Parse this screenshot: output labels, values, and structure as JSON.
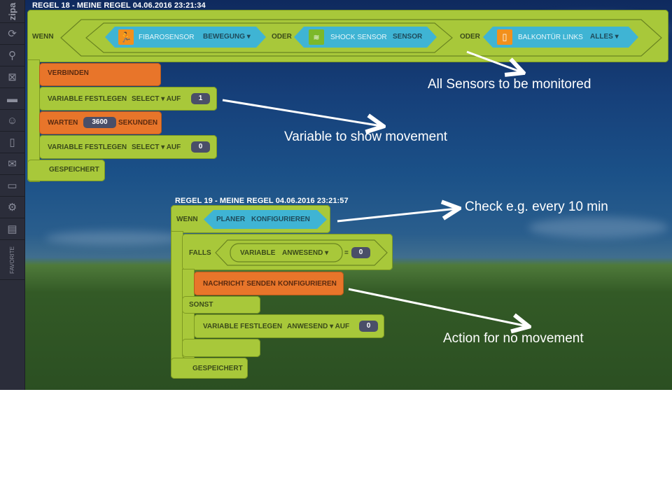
{
  "sidebar": {
    "logo": "zipa",
    "items": [
      {
        "icon": "refresh-icon",
        "glyph": "⟳"
      },
      {
        "icon": "search-icon",
        "glyph": "⚲"
      },
      {
        "icon": "expand-icon",
        "glyph": "⊠"
      },
      {
        "icon": "scenes-icon",
        "glyph": "▬"
      },
      {
        "icon": "users-icon",
        "glyph": "☺"
      },
      {
        "icon": "device-icon",
        "glyph": "▯"
      },
      {
        "icon": "mail-icon",
        "glyph": "✉"
      },
      {
        "icon": "folder-icon",
        "glyph": "▭"
      },
      {
        "icon": "gear-icon",
        "glyph": "⚙"
      },
      {
        "icon": "save-icon",
        "glyph": "▤"
      }
    ],
    "favorite_label": "FAVORITE"
  },
  "rule18": {
    "title": "REGEL 18 - MEINE REGEL 04.06.2016 23:21:34",
    "when_label": "WENN",
    "or_label": "ODER",
    "sensors": [
      {
        "name": "FIBAROSENSOR",
        "value": "BEWEGUNG",
        "dropdown": true,
        "icon": "motion-sensor-icon",
        "icon_color": "#f2901c"
      },
      {
        "name": "SHOCK SENSOR",
        "value": "SENSOR",
        "dropdown": false,
        "icon": "shock-sensor-icon",
        "icon_color": "#7cb82a"
      },
      {
        "name": "BALKONTÜR LINKS",
        "value": "ALLES",
        "dropdown": true,
        "icon": "door-icon",
        "icon_color": "#f2901c"
      }
    ],
    "connect_label": "VERBINDEN",
    "set_var_label": "VARIABLE FESTLEGEN",
    "select_label": "SELECT",
    "to_label": "AUF",
    "set_value_1": "1",
    "wait_label": "WARTEN",
    "wait_value": "3600",
    "seconds_label": "SEKUNDEN",
    "set_value_2": "0",
    "saved_label": "GESPEICHERT"
  },
  "rule19": {
    "title": "REGEL 19 - MEINE REGEL 04.06.2016 23:21:57",
    "when_label": "WENN",
    "planner_label": "PLANER",
    "configure_label": "KONFIGURIEREN",
    "if_label": "FALLS",
    "variable_label": "VARIABLE",
    "variable_name": "ANWESEND",
    "equals": "=",
    "compare_value": "0",
    "send_message_label": "NACHRICHT SENDEN",
    "send_configure_label": "KONFIGURIEREN",
    "else_label": "SONST",
    "set_var_label": "VARIABLE FESTLEGEN",
    "set_var_name": "ANWESEND",
    "to_label": "AUF",
    "set_value": "0",
    "saved_label": "GESPEICHERT"
  },
  "annotations": {
    "sensors": "All Sensors to be monitored",
    "variable": "Variable to show movement",
    "check": "Check e.g. every 10 min",
    "action": "Action for  no movement"
  },
  "colors": {
    "block_green": "#a8c83a",
    "block_orange": "#e8752a",
    "sensor_blue": "#3fb4d4",
    "value_pill": "#4a4f68"
  }
}
